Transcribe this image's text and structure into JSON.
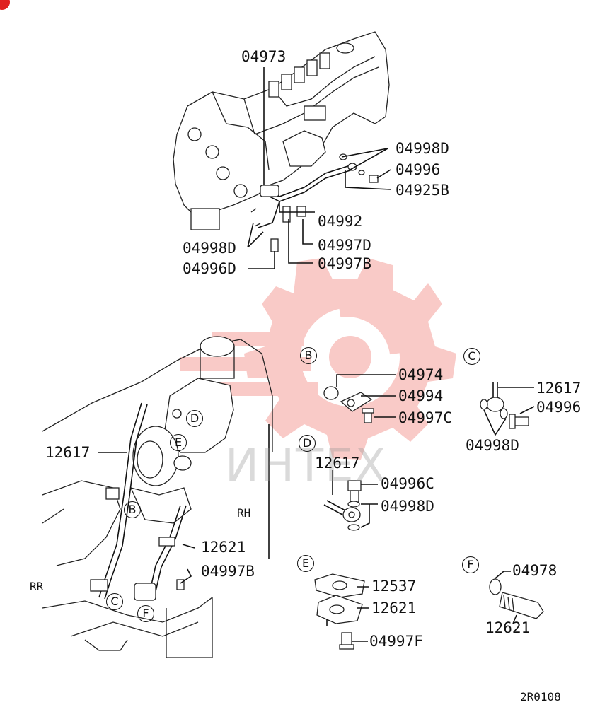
{
  "labels": {
    "p04973": "04973",
    "p04998D_a": "04998D",
    "p04996_a": "04996",
    "p04925B": "04925B",
    "p04992": "04992",
    "p04997D": "04997D",
    "p04998D_b": "04998D",
    "p04997B_a": "04997B",
    "p04996D": "04996D",
    "p04974": "04974",
    "p04994": "04994",
    "p04997C": "04997C",
    "p12617_c": "12617",
    "p04996_c": "04996",
    "p04998D_c": "04998D",
    "p12617_d": "12617",
    "p04996C": "04996C",
    "p04998D_d": "04998D",
    "p12617_main": "12617",
    "p12621_main": "12621",
    "p04997B_main": "04997B",
    "p12537": "12537",
    "p12621_e": "12621",
    "p04997F": "04997F",
    "p04978": "04978",
    "p12621_f": "12621",
    "rh": "RH",
    "rr": "RR",
    "drawing_code": "2R0108"
  },
  "callouts": {
    "B": "B",
    "C": "C",
    "D": "D",
    "E": "E",
    "F": "F"
  },
  "watermark": {
    "text": "ИНТЕХ",
    "color": "#e8403a"
  },
  "colors": {
    "line": "#111111",
    "watermark": "#f28b85",
    "corner_badge": "#e0201f"
  }
}
